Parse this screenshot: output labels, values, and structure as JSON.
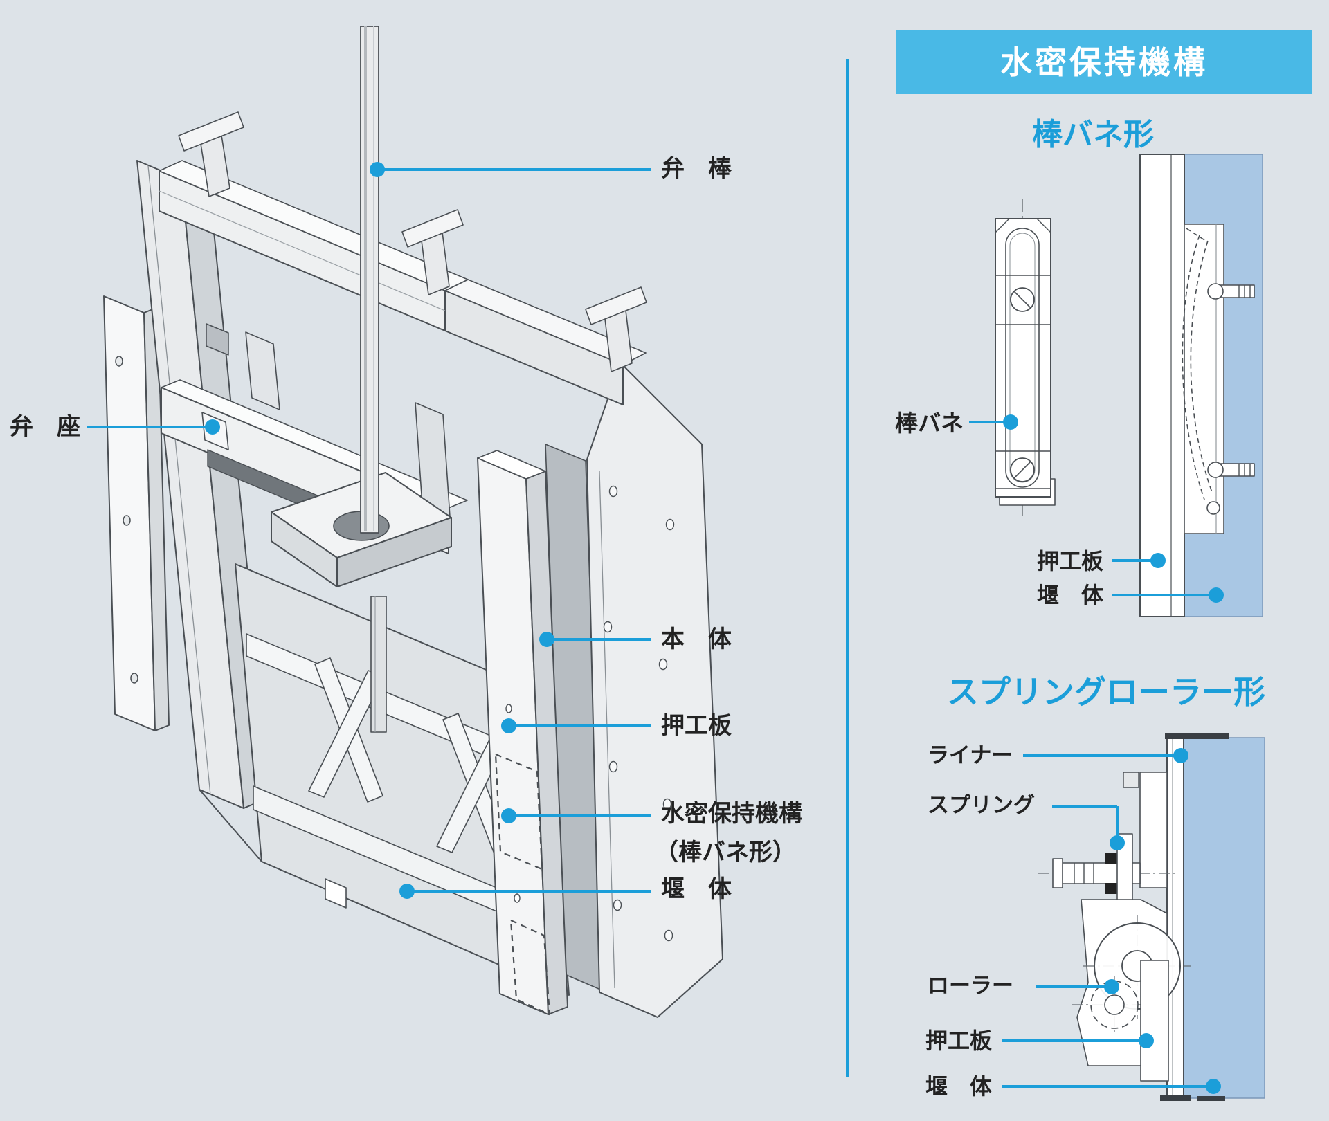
{
  "colors": {
    "background": "#dde3e8",
    "accent_blue": "#1b9ed9",
    "banner_blue": "#49b9e6",
    "concrete_blue": "#a9c7e4",
    "label_dark": "#222222"
  },
  "main_diagram": {
    "labels": {
      "valve_stem": "弁　棒",
      "valve_seat": "弁　座",
      "body": "本　体",
      "pressing_plate": "押工板",
      "watertight_line1": "水密保持機構",
      "watertight_line2": "（棒バネ形）",
      "weir_body": "堰　体"
    }
  },
  "right_panel": {
    "header": "水密保持機構",
    "bar_spring": {
      "title": "棒バネ形",
      "labels": {
        "bar_spring": "棒バネ",
        "pressing_plate": "押工板",
        "weir_body": "堰　体"
      }
    },
    "spring_roller": {
      "title": "スプリングローラー形",
      "labels": {
        "liner": "ライナー",
        "spring": "スプリング",
        "roller": "ローラー",
        "pressing_plate": "押工板",
        "weir_body": "堰　体"
      }
    }
  }
}
